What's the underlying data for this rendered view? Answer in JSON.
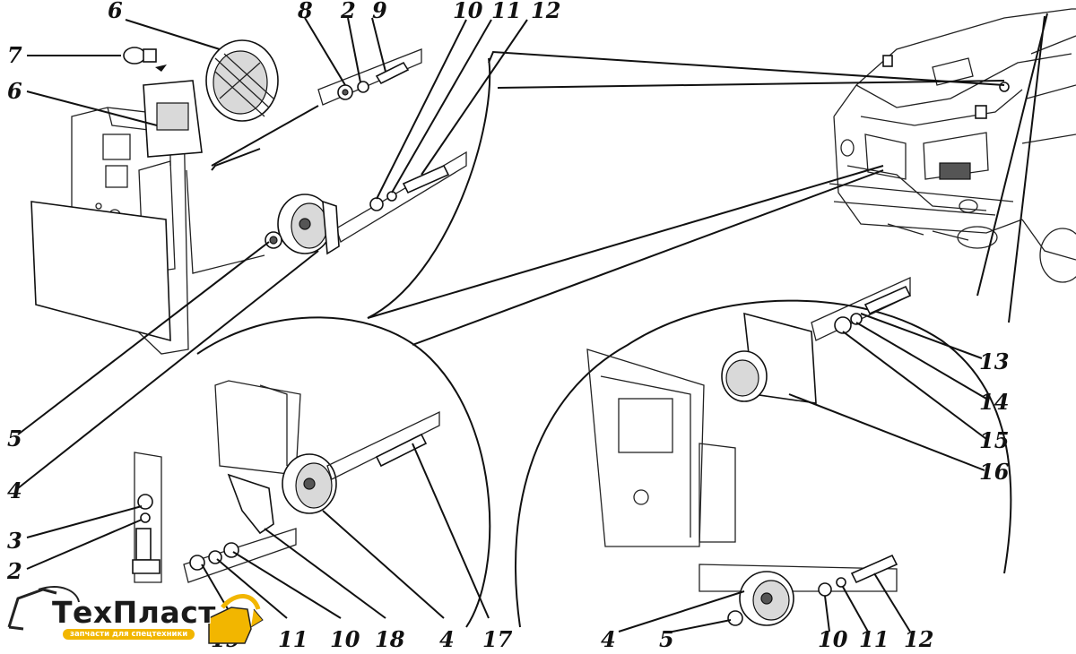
{
  "callouts": [
    {
      "id": "c6a",
      "text": "6"
    },
    {
      "id": "c7",
      "text": "7"
    },
    {
      "id": "c6b",
      "text": "6"
    },
    {
      "id": "c8",
      "text": "8"
    },
    {
      "id": "c2a",
      "text": "2"
    },
    {
      "id": "c9",
      "text": "9"
    },
    {
      "id": "c10a",
      "text": "10"
    },
    {
      "id": "c11a",
      "text": "11"
    },
    {
      "id": "c12a",
      "text": "12"
    },
    {
      "id": "c5a",
      "text": "5"
    },
    {
      "id": "c4a",
      "text": "4"
    },
    {
      "id": "c3",
      "text": "3"
    },
    {
      "id": "c2b",
      "text": "2"
    },
    {
      "id": "c19",
      "text": "19"
    },
    {
      "id": "c11b",
      "text": "11"
    },
    {
      "id": "c10b",
      "text": "10"
    },
    {
      "id": "c18",
      "text": "18"
    },
    {
      "id": "c4b",
      "text": "4"
    },
    {
      "id": "c17",
      "text": "17"
    },
    {
      "id": "c13",
      "text": "13"
    },
    {
      "id": "c14",
      "text": "14"
    },
    {
      "id": "c15",
      "text": "15"
    },
    {
      "id": "c16",
      "text": "16"
    },
    {
      "id": "c4c",
      "text": "4"
    },
    {
      "id": "c5b",
      "text": "5"
    },
    {
      "id": "c10c",
      "text": "10"
    },
    {
      "id": "c11c",
      "text": "11"
    },
    {
      "id": "c12c",
      "text": "12"
    }
  ],
  "logo": {
    "brand": "ТехПласт",
    "tagline": "запчасти для спецтехники",
    "accent_color": "#f2b600"
  }
}
